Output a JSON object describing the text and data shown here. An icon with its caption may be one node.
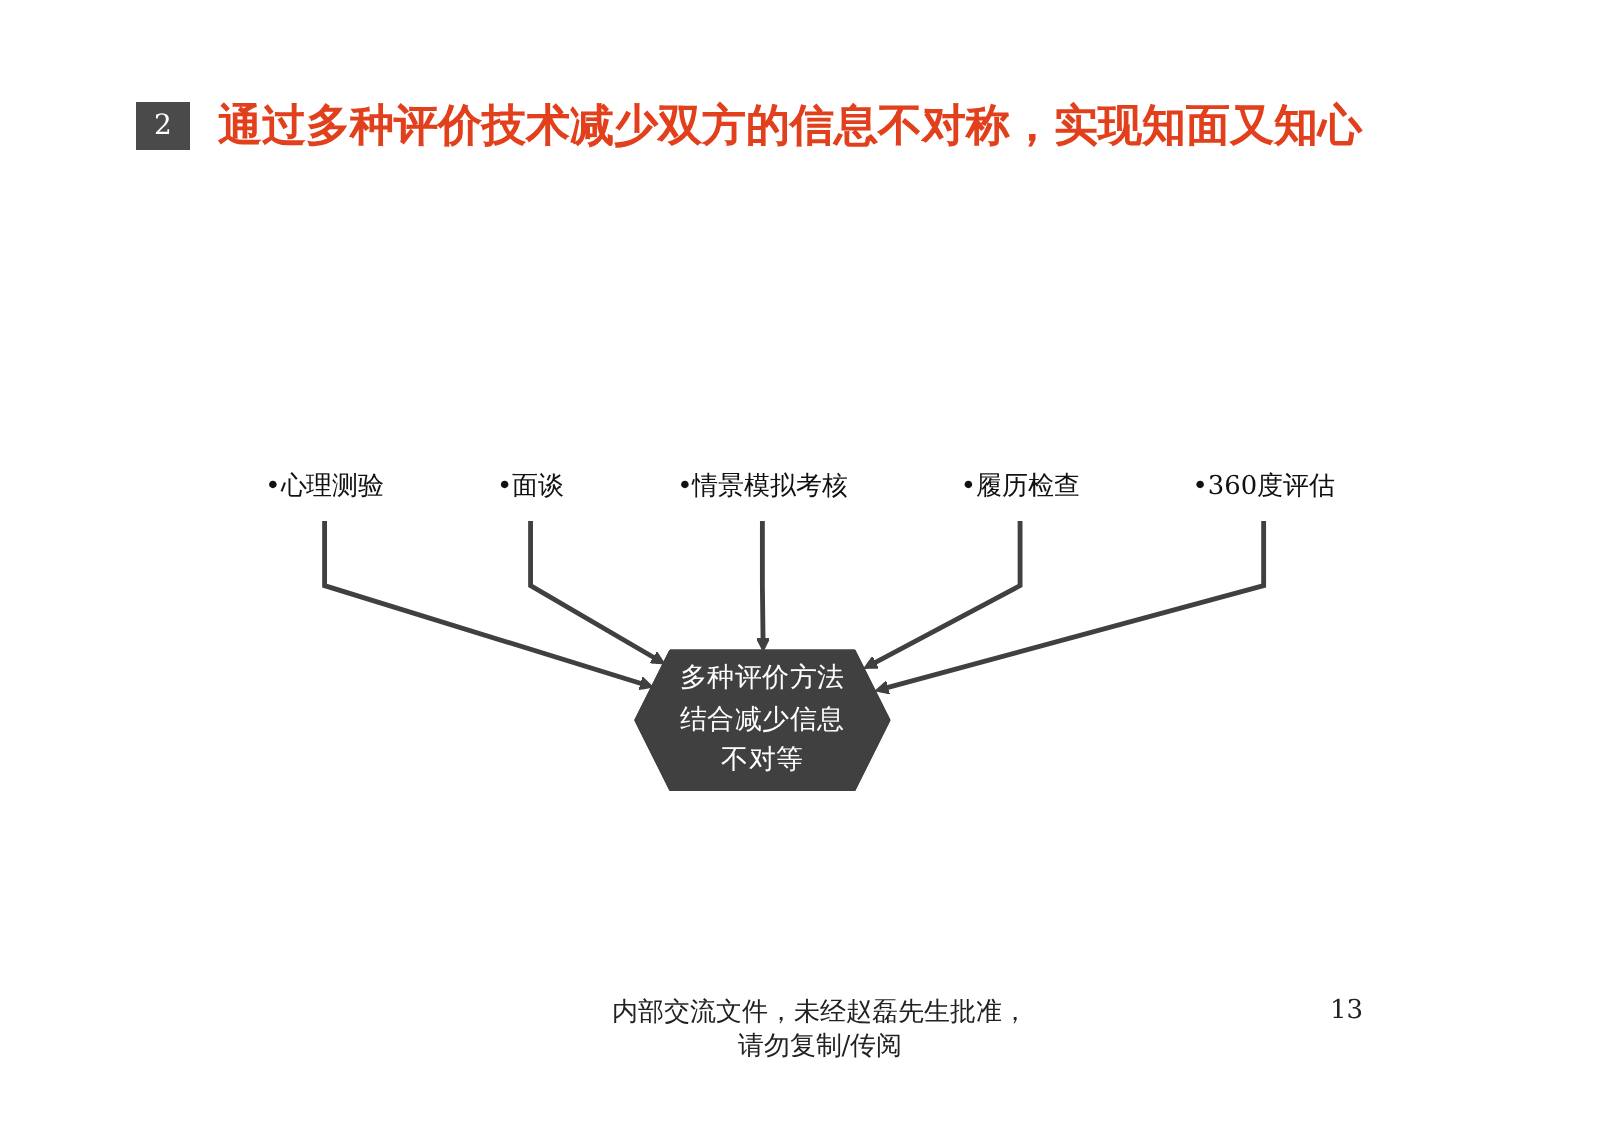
{
  "diagram": {
    "title": "通过多种评价技术减少双方的信息不对称，实现知面又知心",
    "nodes": [
      {
        "text": [
          "•心理测验"
        ]
      },
      {
        "text": [
          "•面谈"
        ]
      },
      {
        "text": [
          "•情景模拟考核"
        ]
      },
      {
        "text": [
          "多种评价方法结合减少信息不对等"
        ]
      },
      {
        "text": [
          "•履历检查"
        ]
      },
      {
        "text": [
          "•360度评估"
        ]
      }
    ],
    "edges": [
      {
        "from": 0,
        "to": 3,
        "arrow": "to"
      },
      {
        "from": 1,
        "to": 3,
        "arrow": "to"
      },
      {
        "from": 2,
        "to": 3,
        "arrow": "to"
      },
      {
        "from": 4,
        "to": 3,
        "arrow": "to"
      },
      {
        "from": 5,
        "to": 3,
        "arrow": "to"
      }
    ],
    "labels": [
      "2",
      "内部交流文件，未经赵磊先生批准，请勿复制/传阅",
      "13"
    ]
  }
}
